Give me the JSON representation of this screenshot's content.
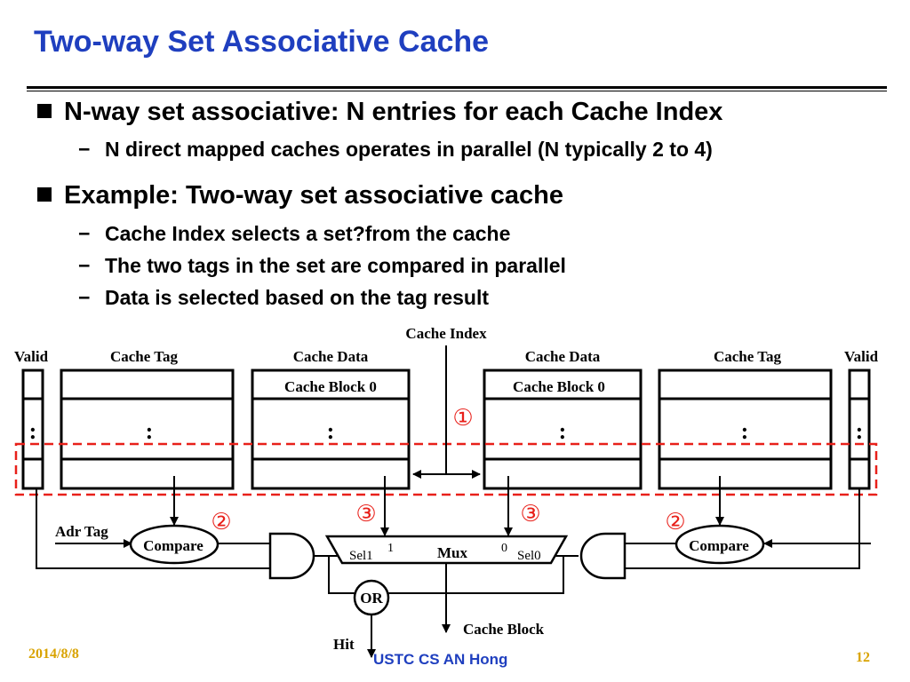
{
  "slide": {
    "title": "Two-way Set Associative Cache",
    "bullets": [
      {
        "text": "N-way set associative: N entries for each Cache Index",
        "subs": [
          "N direct mapped caches operates in parallel (N typically 2 to 4)"
        ]
      },
      {
        "text": "Example: Two-way set associative cache",
        "subs": [
          "Cache Index selects a set?from the cache",
          "The two tags in the set are compared in parallel",
          "Data is selected based on the tag result"
        ]
      }
    ],
    "dash": "−",
    "footer": {
      "date": "2014/8/8",
      "center": "USTC CS AN Hong",
      "page": "12"
    }
  },
  "diagram": {
    "cache_index": "Cache Index",
    "valid_left": "Valid",
    "tag_left": "Cache Tag",
    "data_left": "Cache Data",
    "data_right": "Cache Data",
    "tag_right": "Cache Tag",
    "valid_right": "Valid",
    "block0_left": "Cache Block 0",
    "block0_right": "Cache Block 0",
    "ellipsis": ":",
    "step1": "①",
    "step2": "②",
    "step3": "③",
    "adr_tag": "Adr Tag",
    "compare": "Compare",
    "mux": "Mux",
    "sel1": "Sel1",
    "sel0": "Sel0",
    "in1": "1",
    "in0": "0",
    "or": "OR",
    "hit": "Hit",
    "cache_block": "Cache Block",
    "colors": {
      "title": "#1f3fbf",
      "highlight": "#e8201a",
      "footer": "#d9a300"
    }
  }
}
